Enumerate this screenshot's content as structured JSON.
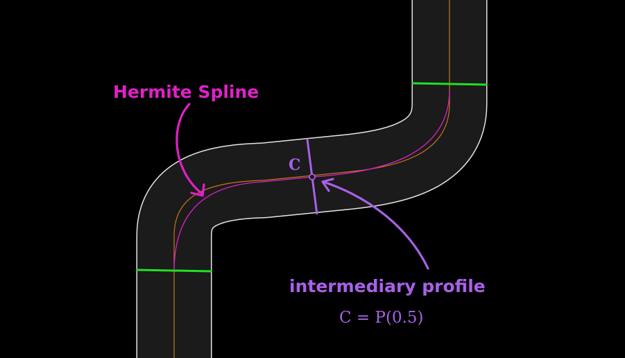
{
  "labels": {
    "spline": "Hermite Spline",
    "point": "C",
    "profile": "intermediary profile",
    "formula": "C = P(0.5)"
  },
  "colors": {
    "background": "#000000",
    "road_fill": "#1b1b1b",
    "road_edge": "#e6e6e6",
    "end_profile": "#22e022",
    "spline": "#e020c8",
    "centerline": "#c47a1a",
    "intermediary": "#a861e8"
  }
}
